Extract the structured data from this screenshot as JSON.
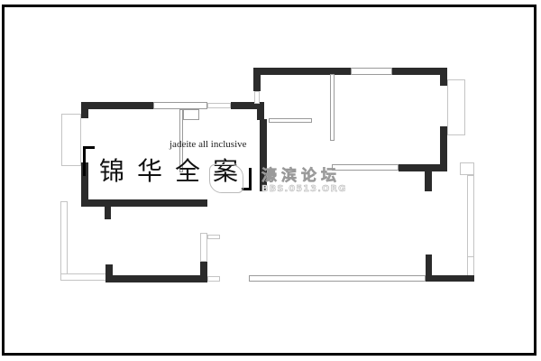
{
  "floorplan": {
    "title_cn": "锦华全案",
    "subtitle_en": "jadeite all inclusive",
    "watermark": {
      "name_cn": "濠滨论坛",
      "url": "BBS.0513.ORG"
    },
    "colors": {
      "wall": "#2b2b2b",
      "partition": "#9a9a9a",
      "frame": "#000000",
      "background": "#ffffff"
    }
  }
}
